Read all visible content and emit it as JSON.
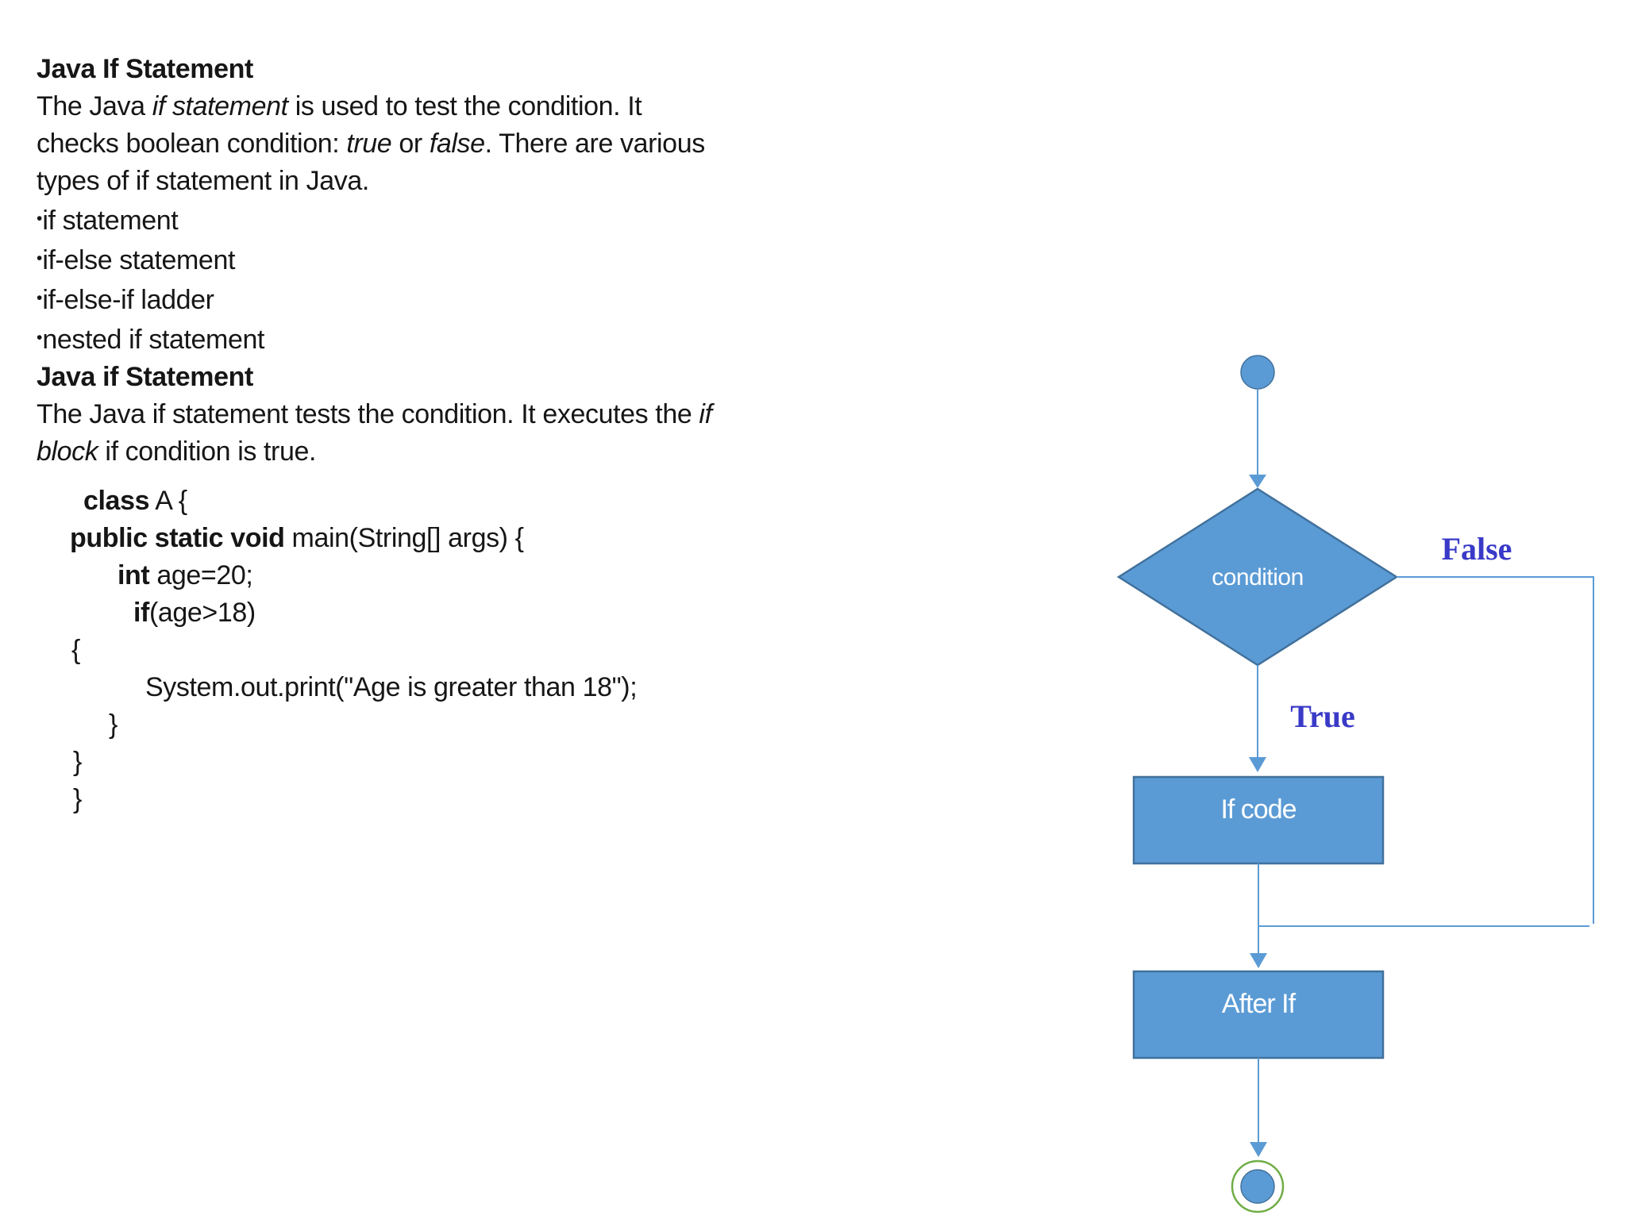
{
  "page": {
    "background": "#ffffff",
    "text_color": "#161616"
  },
  "doc": {
    "bullet_char": "•",
    "lines": [
      {
        "segs": [
          {
            "t": "Java If Statement",
            "b": true
          }
        ]
      },
      {
        "segs": [
          {
            "t": "The Java "
          },
          {
            "t": "if statement",
            "i": true
          },
          {
            "t": " is used to test the condition. It"
          }
        ]
      },
      {
        "segs": [
          {
            "t": "checks boolean condition: "
          },
          {
            "t": "true",
            "i": true
          },
          {
            "t": " or "
          },
          {
            "t": "false",
            "i": true
          },
          {
            "t": ". There are various"
          }
        ]
      },
      {
        "segs": [
          {
            "t": "types of if statement in Java."
          }
        ]
      },
      {
        "bullet": true,
        "segs": [
          {
            "t": "if statement"
          }
        ]
      },
      {
        "bullet": true,
        "segs": [
          {
            "t": "if-else statement"
          }
        ]
      },
      {
        "bullet": true,
        "segs": [
          {
            "t": "if-else-if ladder"
          }
        ]
      },
      {
        "bullet": true,
        "segs": [
          {
            "t": "nested if statement"
          }
        ]
      },
      {
        "segs": [
          {
            "t": "Java if Statement",
            "b": true
          }
        ]
      },
      {
        "segs": [
          {
            "t": "The Java if statement tests the condition. It executes the "
          },
          {
            "t": "if",
            "i": true
          }
        ]
      },
      {
        "segs": [
          {
            "t": "block",
            "i": true
          },
          {
            "t": " if condition is true."
          }
        ]
      }
    ],
    "code_lines": [
      {
        "segs": [
          {
            "t": "class",
            "b": true
          },
          {
            "t": " A {"
          }
        ]
      },
      {
        "segs": [
          {
            "t": "public static void",
            "b": true
          },
          {
            "t": " main(String[] args) {"
          }
        ]
      },
      {
        "segs": [
          {
            "t": "int",
            "b": true
          },
          {
            "t": " age=20;"
          }
        ]
      },
      {
        "segs": [
          {
            "t": "if",
            "b": true
          },
          {
            "t": "(age>18)"
          }
        ]
      },
      {
        "segs": [
          {
            "t": "{"
          }
        ]
      },
      {
        "segs": [
          {
            "t": "System.out.print(\"Age is greater than 18\");"
          }
        ]
      },
      {
        "segs": [
          {
            "t": "}"
          }
        ]
      },
      {
        "segs": [
          {
            "t": "}"
          }
        ]
      },
      {
        "segs": [
          {
            "t": "}"
          }
        ]
      }
    ]
  },
  "flowchart": {
    "decision_label": "condition",
    "false_label": "False",
    "true_label": "True",
    "if_code_label": "If code",
    "after_if_label": "After If",
    "colors": {
      "node_fill": "#5b9bd5",
      "node_border": "#41719c",
      "connector": "#5b9bd5",
      "node_text": "#ffffff",
      "branch_label_blue": "#3a3ac8",
      "end_ring_green": "#70ad47",
      "end_ring_fill": "#ffffff"
    }
  }
}
